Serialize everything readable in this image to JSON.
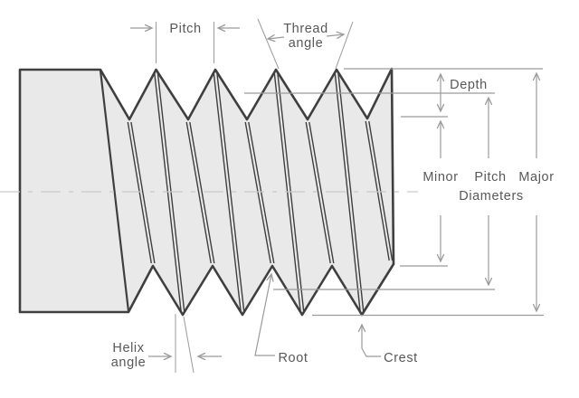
{
  "labels": {
    "pitch": "Pitch",
    "thread_angle_line1": "Thread",
    "thread_angle_line2": "angle",
    "depth": "Depth",
    "minor": "Minor",
    "pitch_diameter": "Pitch",
    "major": "Major",
    "diameters": "Diameters",
    "helix_angle_line1": "Helix",
    "helix_angle_line2": "angle",
    "root": "Root",
    "crest": "Crest"
  },
  "colors": {
    "background": "#ffffff",
    "screw_fill": "#e9e9e9",
    "screw_outline": "#3f3f3f",
    "dimension_lines": "#9b9b9b",
    "label_text": "#585858",
    "centerline": "#c9c9c9"
  }
}
